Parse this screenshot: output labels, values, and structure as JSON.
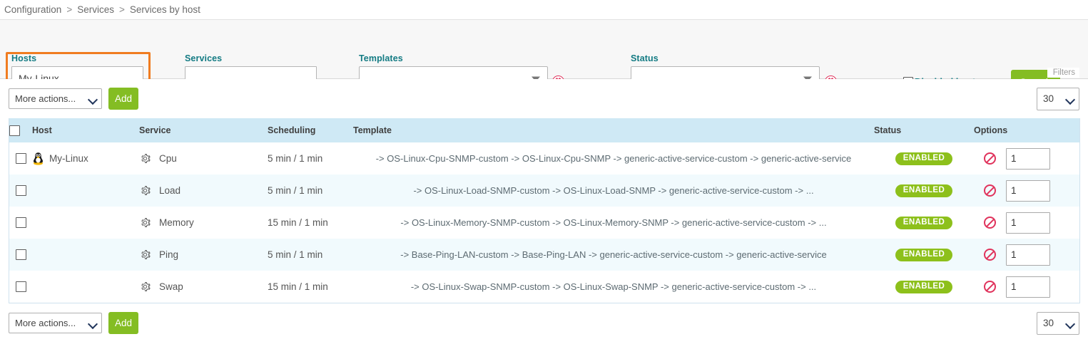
{
  "breadcrumb": {
    "items": [
      "Configuration",
      "Services",
      "Services by host"
    ],
    "separator": ">"
  },
  "filters": {
    "hosts": {
      "label": "Hosts",
      "value": "My-Linux",
      "placeholder": ""
    },
    "services": {
      "label": "Services",
      "value": "",
      "placeholder": ""
    },
    "templates": {
      "label": "Templates",
      "value": "",
      "clear_icon": "clear-circle-icon"
    },
    "status": {
      "label": "Status",
      "value": "",
      "clear_icon": "clear-circle-icon"
    },
    "disabled_hosts": {
      "label": "Disabled hosts",
      "checked": false
    },
    "search_button": "Search",
    "panel_tag": "Filters"
  },
  "toolbar_top": {
    "more_actions": "More actions...",
    "add_label": "Add",
    "page_size": "30"
  },
  "toolbar_bottom": {
    "more_actions": "More actions...",
    "add_label": "Add",
    "page_size": "30"
  },
  "table": {
    "columns": [
      "Host",
      "Service",
      "Scheduling",
      "Template",
      "Status",
      "Options"
    ],
    "rows": [
      {
        "host": "My-Linux",
        "host_icon": "linux-tux-icon",
        "service": "Cpu",
        "service_icon": "gear-icon",
        "scheduling": "5 min / 1 min",
        "template": "-> OS-Linux-Cpu-SNMP-custom -> OS-Linux-Cpu-SNMP -> generic-active-service-custom -> generic-active-service",
        "status": "ENABLED",
        "option_value": "1"
      },
      {
        "host": "",
        "host_icon": "",
        "service": "Load",
        "service_icon": "gear-icon",
        "scheduling": "5 min / 1 min",
        "template": "-> OS-Linux-Load-SNMP-custom -> OS-Linux-Load-SNMP -> generic-active-service-custom -> ...",
        "status": "ENABLED",
        "option_value": "1"
      },
      {
        "host": "",
        "host_icon": "",
        "service": "Memory",
        "service_icon": "gear-icon",
        "scheduling": "15 min / 1 min",
        "template": "-> OS-Linux-Memory-SNMP-custom -> OS-Linux-Memory-SNMP -> generic-active-service-custom -> ...",
        "status": "ENABLED",
        "option_value": "1"
      },
      {
        "host": "",
        "host_icon": "",
        "service": "Ping",
        "service_icon": "gear-icon",
        "scheduling": "5 min / 1 min",
        "template": "-> Base-Ping-LAN-custom -> Base-Ping-LAN -> generic-active-service-custom -> generic-active-service",
        "status": "ENABLED",
        "option_value": "1"
      },
      {
        "host": "",
        "host_icon": "",
        "service": "Swap",
        "service_icon": "gear-icon",
        "scheduling": "15 min / 1 min",
        "template": "-> OS-Linux-Swap-SNMP-custom -> OS-Linux-Swap-SNMP -> generic-active-service-custom -> ...",
        "status": "ENABLED",
        "option_value": "1"
      }
    ]
  },
  "colors": {
    "accent_teal": "#137b83",
    "green_button": "#84bd23",
    "badge_green": "#8dc01b",
    "highlight_orange": "#f07c20",
    "header_blue": "#cfe9f5",
    "danger_red": "#e0335c"
  }
}
